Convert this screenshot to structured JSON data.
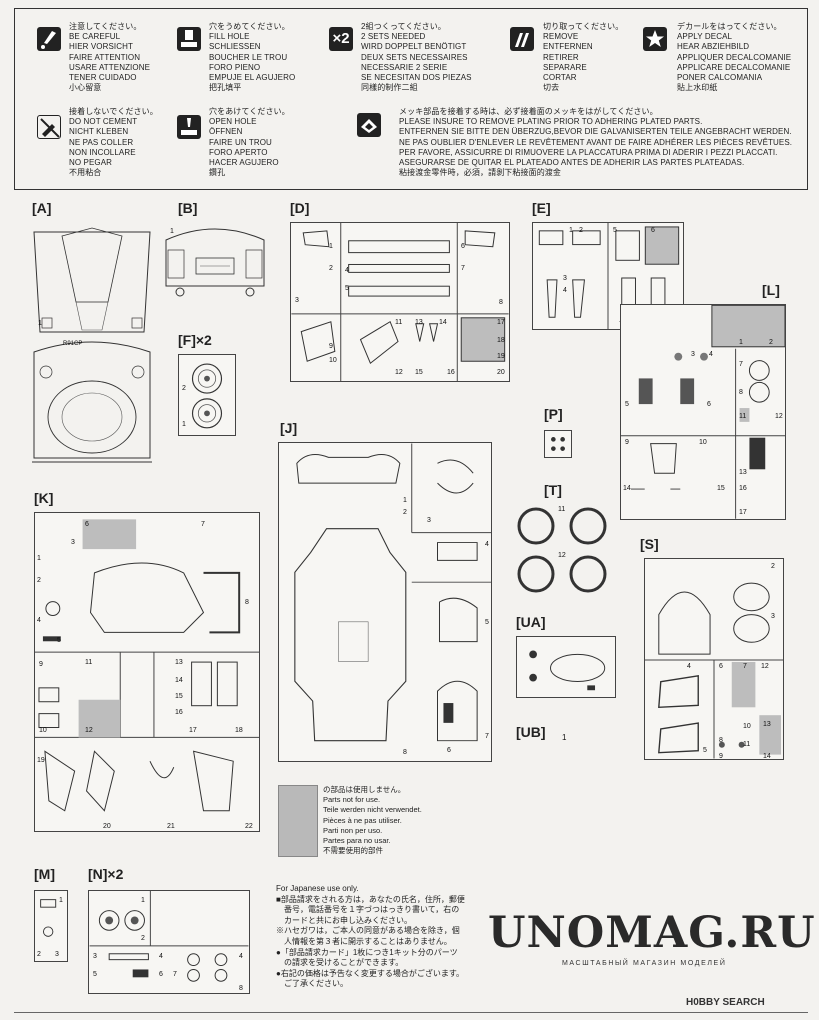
{
  "legend": {
    "careful": [
      "注意してください。",
      "BE CAREFUL",
      "HIER VORSICHT",
      "FAIRE ATTENTION",
      "USARE ATTENZIONE",
      "TENER CUIDADO",
      "小心留意"
    ],
    "fill_hole": [
      "穴をうめてください。",
      "FILL HOLE",
      "SCHLIESSEN",
      "BOUCHER LE TROU",
      "FORO PIENO",
      "EMPUJE EL AGUJERO",
      "把孔填平"
    ],
    "two_sets_icon": "×2",
    "two_sets": [
      "2組つくってください。",
      "2 SETS NEEDED",
      "WIRD DOPPELT BENÖTIGT",
      "DEUX SETS NECESSAIRES",
      "NECESSARIE 2 SERIE",
      "SE NECESITAN DOS PIEZAS",
      "同樣的制作二組"
    ],
    "remove": [
      "切り取ってください。",
      "REMOVE",
      "ENTFERNEN",
      "RETIRER",
      "SEPARARE",
      "CORTAR",
      "切去"
    ],
    "decal": [
      "デカールをはってください。",
      "APPLY DECAL",
      "HEAR ABZIEHBILD",
      "APPLIQUER DECALCOMANIE",
      "APPLICARE DECALCOMANIE",
      "PONER CALCOMANIA",
      "貼上水印紙"
    ],
    "no_cement": [
      "接着しないでください。",
      "DO NOT CEMENT",
      "NICHT KLEBEN",
      "NE PAS COLLER",
      "NON INCOLLARE",
      "NO PEGAR",
      "不用粘合"
    ],
    "open_hole": [
      "穴をあけてください。",
      "OPEN HOLE",
      "ÖFFNEN",
      "FAIRE UN TROU",
      "FORO APERTO",
      "HACER AGUJERO",
      "鑽孔"
    ],
    "plating": [
      "メッキ部品を接着する時は、必ず接着面のメッキをはがしてください。",
      "PLEASE INSURE TO REMOVE PLATING PRIOR TO ADHERING PLATED PARTS.",
      "ENTFERNEN SIE BITTE DEN ÜBERZUG,BEVOR DIE GALVANISERTEN TEILE ANGEBRACHT WERDEN.",
      "NE PAS OUBLIER D'ENLEVER LE REVÊTEMENT AVANT DE FAIRE ADHÉRER LES PIÈCES REVÊTUES.",
      "PER FAVORE, ASSICURRE DI RIMUOVERE LA PLACCATURA PRIMA DI ADERIR I PEZZI PLACCATI.",
      "ASEGURARSE DE QUITAR EL PLATEADO ANTES DE ADHERIR LAS PARTES PLATEADAS.",
      "粘接渡金零件時，必須，請剝下粘接面的渡金"
    ]
  },
  "sections": {
    "A": "[A]",
    "B": "[B]",
    "D": "[D]",
    "E": "[E]",
    "F": "[F]×2",
    "L": "[L]",
    "K": "[K]",
    "J": "[J]",
    "P": "[P]",
    "T": "[T]",
    "S": "[S]",
    "UA": "[UA]",
    "UB": "[UB]",
    "UB_count": "1",
    "M": "[M]",
    "N": "[N]×2"
  },
  "part_text": {
    "a_plate": "R91CP"
  },
  "not_for_use": [
    "の部品は使用しません。",
    "Parts not for use.",
    "Teile werden nicht verwendet.",
    "Pièces à ne pas utiliser.",
    "Parti non per uso.",
    "Partes para no usar.",
    "不需要使用的部件"
  ],
  "japanese_notes": [
    "For Japanese use only.",
    "■部品請求をされる方は，あなたの氏名，住所，郵便",
    "　番号，電話番号を１字づつはっきり書いて，右の",
    "　カードと共にお申し込みください。",
    "※ハセガワは，ご本人の同意がある場合を除き，個",
    "　人情報を第３者に開示することはありません。",
    "●「部品請求カード」1枚につき1キット分のパーツ",
    "　の請求を受けることができます。",
    "●右記の価格は予告なく変更する場合がございます。",
    "　ご了承ください。"
  ],
  "watermark": {
    "title": "UNOMAG.RU",
    "subtitle": "МАСШТАБНЫЙ МАГАЗИН МОДЕЛЕЙ"
  },
  "logo_text": "H0BBY SEARCH"
}
